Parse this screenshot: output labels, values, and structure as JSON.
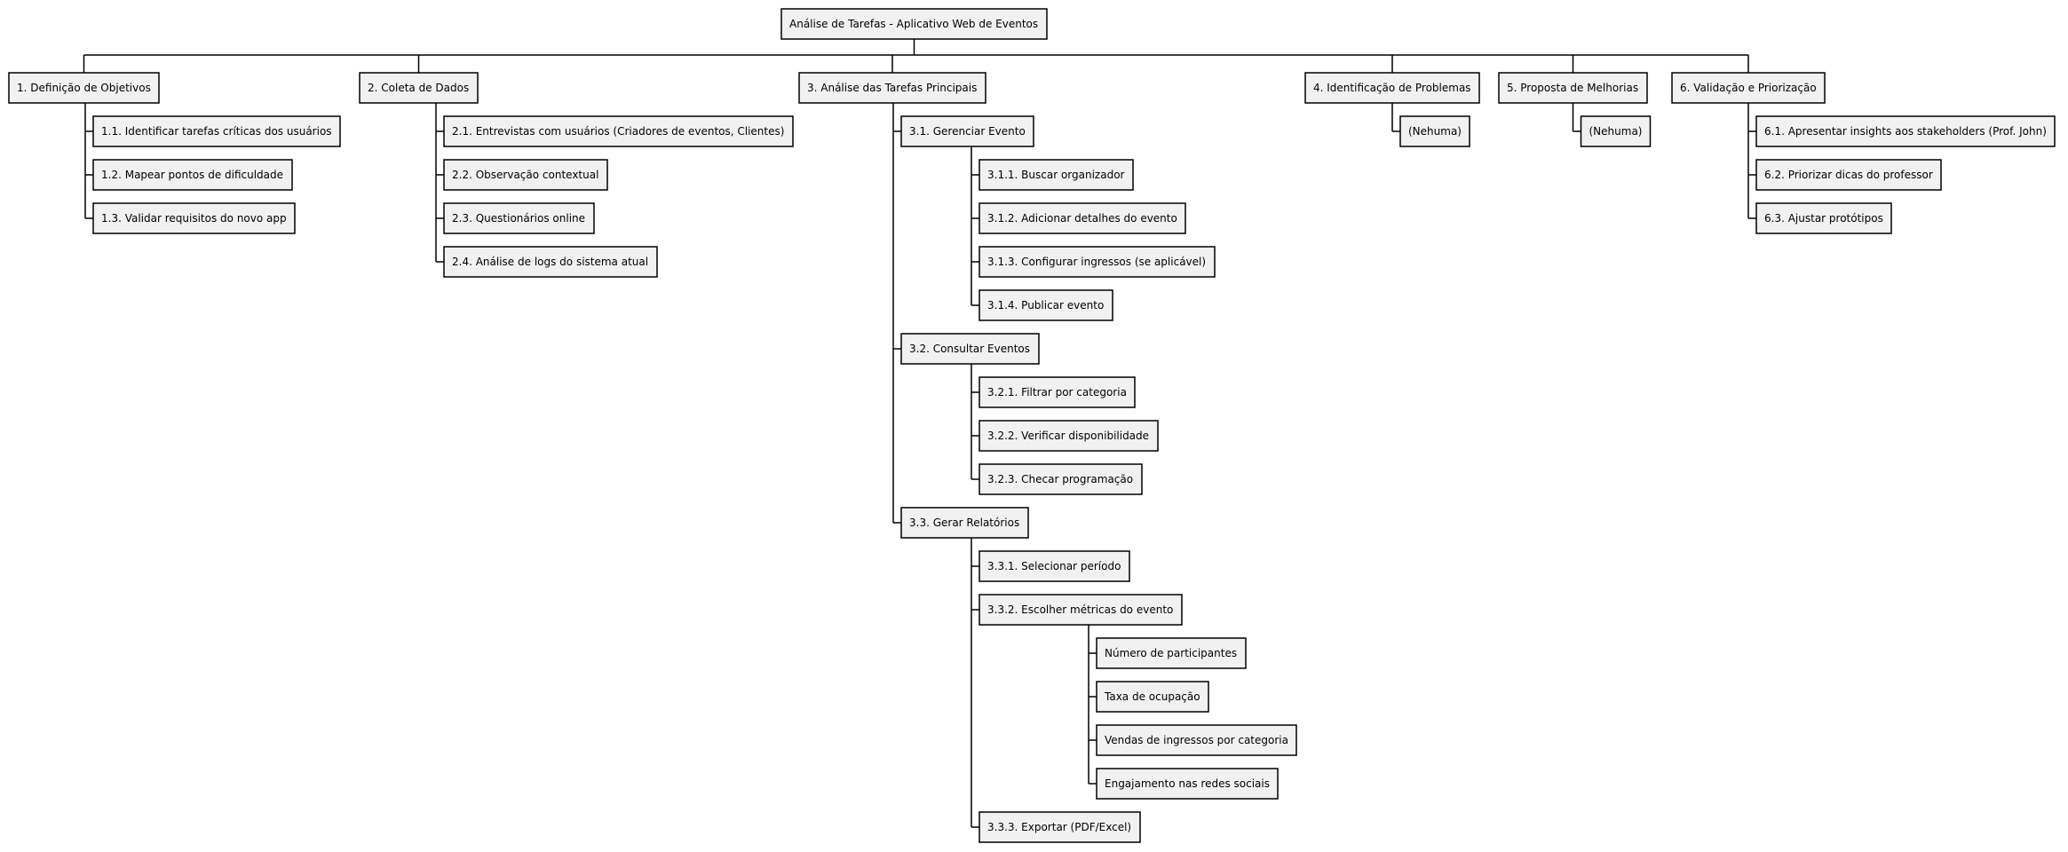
{
  "diagram": {
    "root": "Análise de Tarefas - Aplicativo Web de Eventos",
    "branches": [
      {
        "label": "1. Definição de Objetivos",
        "children": [
          {
            "label": "1.1. Identificar tarefas críticas dos usuários"
          },
          {
            "label": "1.2. Mapear pontos de dificuldade"
          },
          {
            "label": "1.3. Validar requisitos do novo app"
          }
        ]
      },
      {
        "label": "2. Coleta de Dados",
        "children": [
          {
            "label": "2.1. Entrevistas com usuários (Criadores de eventos, Clientes)"
          },
          {
            "label": "2.2. Observação contextual"
          },
          {
            "label": "2.3. Questionários online"
          },
          {
            "label": "2.4. Análise de logs do sistema atual"
          }
        ]
      },
      {
        "label": "3. Análise das Tarefas Principais",
        "children": [
          {
            "label": "3.1. Gerenciar Evento",
            "children": [
              {
                "label": "3.1.1. Buscar organizador"
              },
              {
                "label": "3.1.2. Adicionar detalhes do evento"
              },
              {
                "label": "3.1.3. Configurar ingressos (se aplicável)"
              },
              {
                "label": "3.1.4. Publicar evento"
              }
            ]
          },
          {
            "label": "3.2. Consultar Eventos",
            "children": [
              {
                "label": "3.2.1. Filtrar por categoria"
              },
              {
                "label": "3.2.2. Verificar disponibilidade"
              },
              {
                "label": "3.2.3. Checar programação"
              }
            ]
          },
          {
            "label": "3.3. Gerar Relatórios",
            "children": [
              {
                "label": "3.3.1. Selecionar período"
              },
              {
                "label": "3.3.2. Escolher métricas do evento",
                "children": [
                  {
                    "label": "Número de participantes"
                  },
                  {
                    "label": "Taxa de ocupação"
                  },
                  {
                    "label": "Vendas de ingressos por categoria"
                  },
                  {
                    "label": "Engajamento nas redes sociais"
                  }
                ]
              },
              {
                "label": "3.3.3. Exportar (PDF/Excel)"
              }
            ]
          }
        ]
      },
      {
        "label": "4. Identificação de Problemas",
        "children": [
          {
            "label": "(Nehuma)"
          }
        ]
      },
      {
        "label": "5. Proposta de Melhorias",
        "children": [
          {
            "label": "(Nehuma)"
          }
        ]
      },
      {
        "label": "6. Validação e Priorização",
        "children": [
          {
            "label": "6.1. Apresentar insights aos stakeholders (Prof. John)"
          },
          {
            "label": "6.2. Priorizar dicas do professor"
          },
          {
            "label": "6.3. Ajustar protótipos"
          }
        ]
      }
    ]
  }
}
